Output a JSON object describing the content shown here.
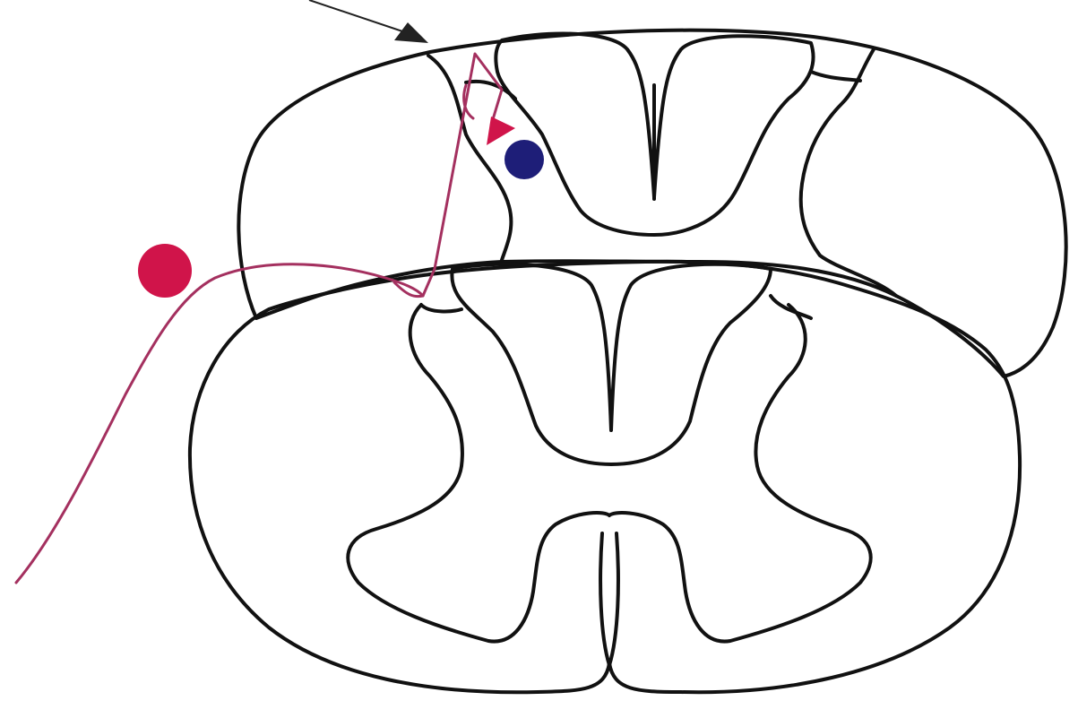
{
  "diagram": {
    "subject": "spinal-cord-cross-sections",
    "colors": {
      "background": "#ffffff",
      "outline": "#111111",
      "neuron_primary": "#d0144a",
      "neuron_fiber": "#a4305f",
      "neuron_secondary": "#1e1e78",
      "pointer_arrow": "#222222"
    },
    "icons": {
      "pointer": "arrow-icon",
      "ganglion_cell": "red-dot",
      "interneuron_cell": "blue-dot"
    }
  }
}
